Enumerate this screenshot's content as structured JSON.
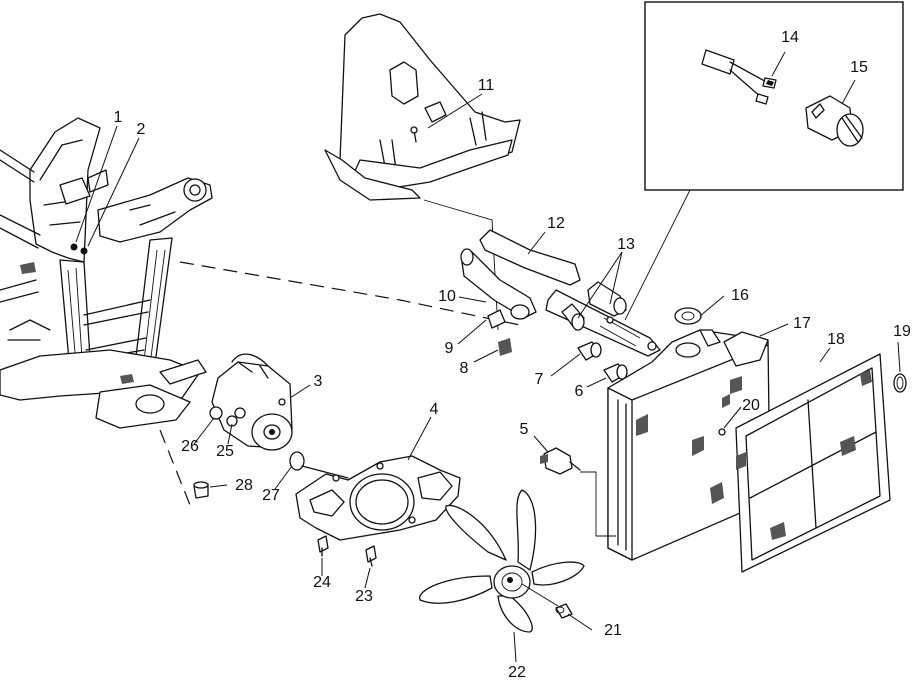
{
  "callouts": [
    {
      "id": "1",
      "label": "1"
    },
    {
      "id": "2",
      "label": "2"
    },
    {
      "id": "3",
      "label": "3"
    },
    {
      "id": "4",
      "label": "4"
    },
    {
      "id": "5",
      "label": "5"
    },
    {
      "id": "6",
      "label": "6"
    },
    {
      "id": "7",
      "label": "7"
    },
    {
      "id": "8",
      "label": "8"
    },
    {
      "id": "9",
      "label": "9"
    },
    {
      "id": "10",
      "label": "10"
    },
    {
      "id": "11",
      "label": "11"
    },
    {
      "id": "12",
      "label": "12"
    },
    {
      "id": "13",
      "label": "13"
    },
    {
      "id": "14",
      "label": "14"
    },
    {
      "id": "15",
      "label": "15"
    },
    {
      "id": "16",
      "label": "16"
    },
    {
      "id": "17",
      "label": "17"
    },
    {
      "id": "18",
      "label": "18"
    },
    {
      "id": "19",
      "label": "19"
    },
    {
      "id": "20",
      "label": "20"
    },
    {
      "id": "21",
      "label": "21"
    },
    {
      "id": "22",
      "label": "22"
    },
    {
      "id": "23",
      "label": "23"
    },
    {
      "id": "24",
      "label": "24"
    },
    {
      "id": "25",
      "label": "25"
    },
    {
      "id": "26",
      "label": "26"
    },
    {
      "id": "27",
      "label": "27"
    },
    {
      "id": "28",
      "label": "28"
    }
  ],
  "colors": {
    "ink": "#111111",
    "paper": "#ffffff"
  }
}
